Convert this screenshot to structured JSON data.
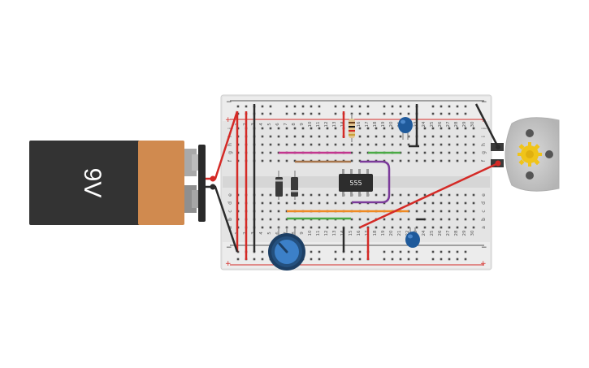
{
  "battery": {
    "label": "9V"
  },
  "chip": {
    "label": "555"
  },
  "breadboard": {
    "rail_plus": "+",
    "rail_minus": "−",
    "columns": [
      "1",
      "2",
      "3",
      "4",
      "5",
      "6",
      "7",
      "8",
      "9",
      "10",
      "11",
      "12",
      "13",
      "14",
      "15",
      "16",
      "17",
      "18",
      "19",
      "20",
      "21",
      "22",
      "23",
      "24",
      "25",
      "26",
      "27",
      "28",
      "29",
      "30"
    ],
    "rows_top": [
      "j",
      "i",
      "h",
      "g",
      "f"
    ],
    "rows_bottom": [
      "e",
      "d",
      "c",
      "b",
      "a"
    ]
  },
  "colors": {
    "wire_red": "#d42a26",
    "wire_black": "#2b2b2b",
    "wire_magenta": "#c2368e",
    "wire_brown": "#a6744a",
    "wire_green": "#4aaa45",
    "wire_orange": "#ef8a23",
    "wire_purple": "#7b3a9a",
    "battery_body": "#333333",
    "battery_cap": "#d08a4f",
    "capacitor_blue": "#1f5a9b",
    "pot_blue": "#3c80c8",
    "motor_gray": "#c7c7c7",
    "gear_yellow": "#f0c419"
  },
  "icons": {
    "motor": "dc-motor-icon",
    "pot": "potentiometer-icon"
  }
}
